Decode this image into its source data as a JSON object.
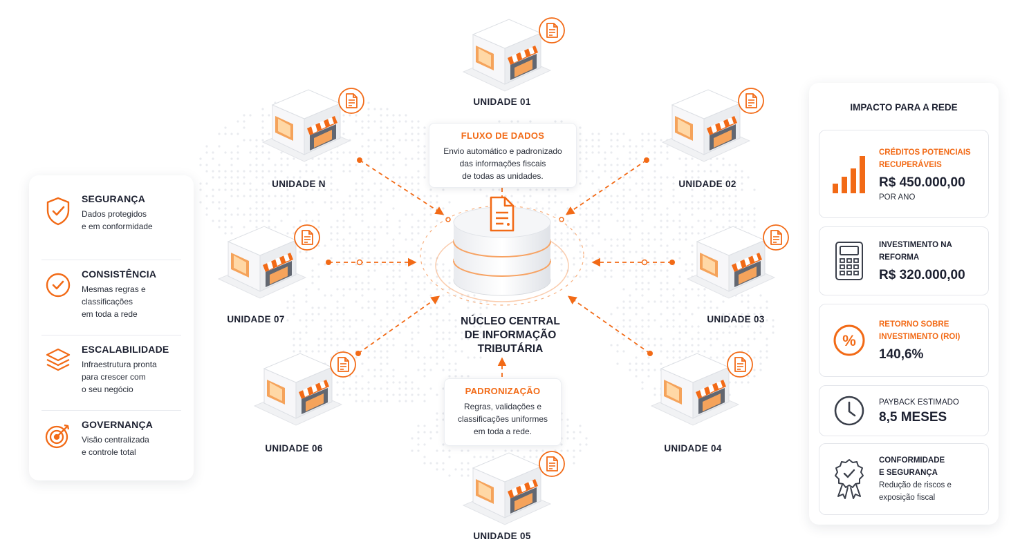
{
  "diagram": {
    "core": {
      "label_lines": [
        "NÚCLEO CENTRAL",
        "DE INFORMAÇÃO",
        "TRIBUTÁRIA"
      ]
    },
    "units": [
      {
        "id": "u01",
        "label": "UNIDADE 01"
      },
      {
        "id": "u02",
        "label": "UNIDADE 02"
      },
      {
        "id": "u03",
        "label": "UNIDADE 03"
      },
      {
        "id": "u04",
        "label": "UNIDADE 04"
      },
      {
        "id": "u05",
        "label": "UNIDADE 05"
      },
      {
        "id": "u06",
        "label": "UNIDADE 06"
      },
      {
        "id": "u07",
        "label": "UNIDADE 07"
      },
      {
        "id": "un",
        "label": "UNIDADE N"
      }
    ],
    "callouts": {
      "fluxo": {
        "title": "FLUXO DE DADOS",
        "lines": [
          "Envio automático e padronizado",
          "das informações fiscais",
          "de todas as unidades."
        ]
      },
      "padronizacao": {
        "title": "PADRONIZAÇÃO",
        "lines": [
          "Regras, validações e",
          "classificações uniformes",
          "em toda a rede."
        ]
      }
    }
  },
  "left_panel": {
    "features": [
      {
        "icon": "shield-check-icon",
        "title": "SEGURANÇA",
        "lines": [
          "Dados protegidos",
          "e em conformidade"
        ]
      },
      {
        "icon": "check-circle-icon",
        "title": "CONSISTÊNCIA",
        "lines": [
          "Mesmas regras e",
          "classificações",
          "em toda a rede"
        ]
      },
      {
        "icon": "layers-icon",
        "title": "ESCALABILIDADE",
        "lines": [
          "Infraestrutura pronta",
          "para crescer com",
          "o seu negócio"
        ]
      },
      {
        "icon": "target-icon",
        "title": "GOVERNANÇA",
        "lines": [
          "Visão centralizada",
          "e controle total"
        ]
      }
    ]
  },
  "right_panel": {
    "title": "IMPACTO PARA A REDE",
    "cards": [
      {
        "icon": "bar-chart-icon",
        "label_lines": [
          "CRÉDITOS POTENCIAIS",
          "RECUPERÁVEIS"
        ],
        "value": "R$ 450.000,00",
        "sub": "POR ANO"
      },
      {
        "icon": "calculator-icon",
        "label_lines": [
          "INVESTIMENTO NA REFORMA"
        ],
        "value": "R$ 320.000,00"
      },
      {
        "icon": "percent-icon",
        "label_lines": [
          "RETORNO SOBRE",
          "INVESTIMENTO (ROI)"
        ],
        "value": "140,6%"
      },
      {
        "icon": "clock-icon",
        "label_lines": [
          "PAYBACK ESTIMADO"
        ],
        "value": "8,5 MESES"
      },
      {
        "icon": "badge-check-icon",
        "label_lines": [
          "CONFORMIDADE",
          "E SEGURANÇA"
        ],
        "desc_lines": [
          "Redução de riscos e",
          "exposição fiscal"
        ]
      }
    ]
  },
  "colors": {
    "accent": "#f26a16",
    "text": "#1c2030",
    "muted": "#2a2f3a",
    "panel_border": "#e4e6eb"
  }
}
